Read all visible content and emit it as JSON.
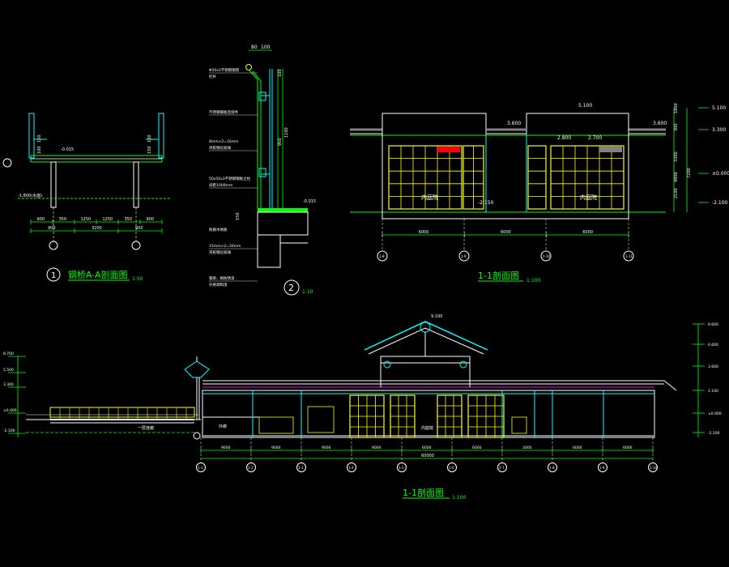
{
  "colors": {
    "background": "#000000",
    "white": "#ffffff",
    "green": "#00ff00",
    "yellow": "#ffff00",
    "cyan": "#00ffff",
    "magenta": "#ff00ff",
    "red": "#ff0000",
    "grey": "#808080"
  },
  "drawings": {
    "bridge_section": {
      "index": "1",
      "title": "钢桥A-A剖面图",
      "scale": "1:50",
      "elevation_top": "-0.015",
      "elevation_bottom": "-1.800(水面)",
      "dims_row1": [
        "900",
        "350",
        "1250",
        "1250",
        "350",
        "900"
      ],
      "dims_row2": [
        "900",
        "3200",
        "900"
      ],
      "dims_left": [
        "150",
        "100"
      ],
      "dims_right": [
        "100",
        "150"
      ]
    },
    "railing_detail": {
      "index": "2",
      "scale": "1:10",
      "dims_top": [
        "80",
        "100"
      ],
      "dims_side": [
        "100",
        "950",
        "1100",
        "150"
      ],
      "elevation": "-0.015",
      "notes": [
        "Φ50x2不锈钢钢管",
        "栏杆",
        "不锈钢钢板连接件",
        "8mm×2=16mm",
        "夹胶钢化玻璃",
        "50x50x3不锈钢钢板立柱",
        "间距1000mm",
        "防腐木地板",
        "15mm×2=30mm",
        "夹胶钢化玻璃",
        "钢梁，刷防锈漆",
        "外刷调和漆"
      ]
    },
    "section_small": {
      "title": "1-1剖面图",
      "scale": "1:100",
      "elevations_right": [
        "5.100",
        "3.300",
        "±0.000",
        "-2.100"
      ],
      "elevation_top": "5.100",
      "elevation_left": "3.600",
      "elevation_right": "3.600",
      "elevation_mid": "2.800",
      "elevation_mid2": "2.700",
      "elevation_bottom": "-2.150",
      "room_labels": [
        "内庭院",
        "内庭院"
      ],
      "dims_bottom": [
        "6000",
        "6000",
        "6000"
      ],
      "dims_vertical": [
        "1800",
        "300",
        "3300",
        "7200",
        "4800",
        "2100"
      ],
      "axes": [
        "1-8",
        "1-9",
        "1-10",
        "1-11"
      ]
    },
    "section_large": {
      "title": "1-1剖面图",
      "scale": "1:100",
      "roof_peak": "9.100",
      "elevations_right": [
        "9.600",
        "6.600",
        "3.600",
        "2.100",
        "±0.000",
        "-2.100"
      ],
      "elevations_left": [
        "8.700",
        "5.500",
        "3.300",
        "±0.000",
        "-2.100"
      ],
      "room_labels": [
        "一层连廊",
        "外廊",
        "内庭院"
      ],
      "dims_bottom": [
        "9000",
        "9000",
        "9000",
        "9000",
        "6000",
        "6000",
        "3000",
        "6000",
        "6000"
      ],
      "dim_total": "60000",
      "axes": [
        "1-1",
        "1-2",
        "1-3",
        "1-4",
        "1-5",
        "1-6",
        "1-7",
        "1-8",
        "1-9",
        "1-10"
      ]
    }
  }
}
